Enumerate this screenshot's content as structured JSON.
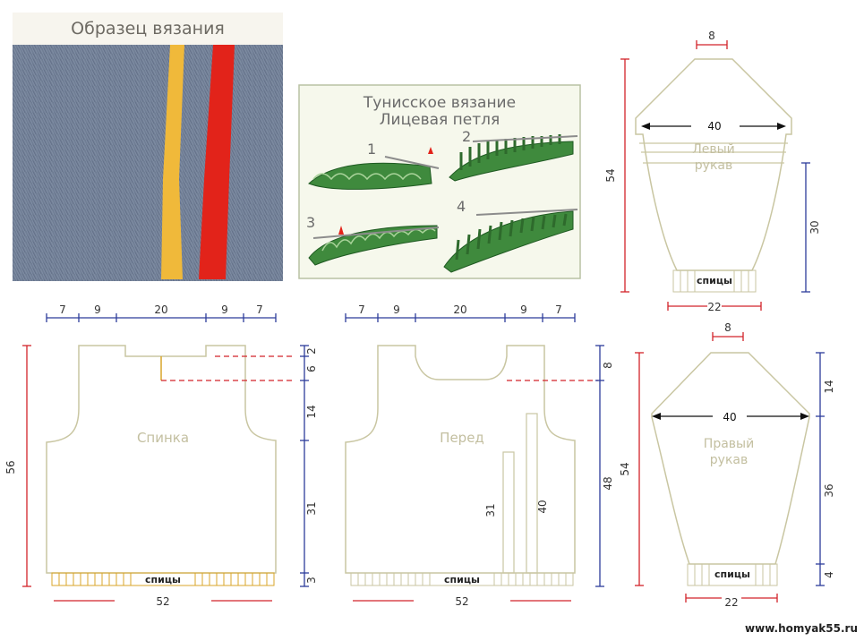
{
  "sample": {
    "title": "Образец вязания",
    "colors": {
      "knit": "#6f7d94",
      "stripe_yellow": "#f0b93a",
      "stripe_red": "#e2231a"
    }
  },
  "tunisian": {
    "title_line1": "Тунисское вязание",
    "title_line2": "Лицевая петля",
    "steps": [
      "1",
      "2",
      "3",
      "4"
    ]
  },
  "back": {
    "label": "Спинка",
    "ribbing": "спицы",
    "top_dims": [
      "7",
      "9",
      "20",
      "9",
      "7"
    ],
    "width": "52",
    "height": "56",
    "right_dims": [
      "2",
      "6",
      "14",
      "31",
      "3"
    ]
  },
  "front": {
    "label": "Перед",
    "ribbing": "спицы",
    "top_dims": [
      "7",
      "9",
      "20",
      "9",
      "7"
    ],
    "width": "52",
    "right_dims": [
      "8",
      "48"
    ],
    "inner_dims": [
      "31",
      "40"
    ]
  },
  "left_sleeve": {
    "label_line1": "Левый",
    "label_line2": "рукав",
    "ribbing": "спицы",
    "top_width": "8",
    "width": "40",
    "height": "54",
    "side": "30",
    "cuff": "22"
  },
  "right_sleeve": {
    "label_line1": "Правый",
    "label_line2": "рукав",
    "ribbing": "спицы",
    "top_width": "8",
    "width": "40",
    "height": "54",
    "right_dims": [
      "14",
      "36",
      "4"
    ],
    "cuff": "22"
  },
  "watermark": "www.homyak55.ru",
  "colors": {
    "outline": "#c9c6a2",
    "blue": "#2c3c9a",
    "red": "#d2232a",
    "label": "#c3bfa0",
    "ribbing_yellow": "#d8a52a"
  }
}
